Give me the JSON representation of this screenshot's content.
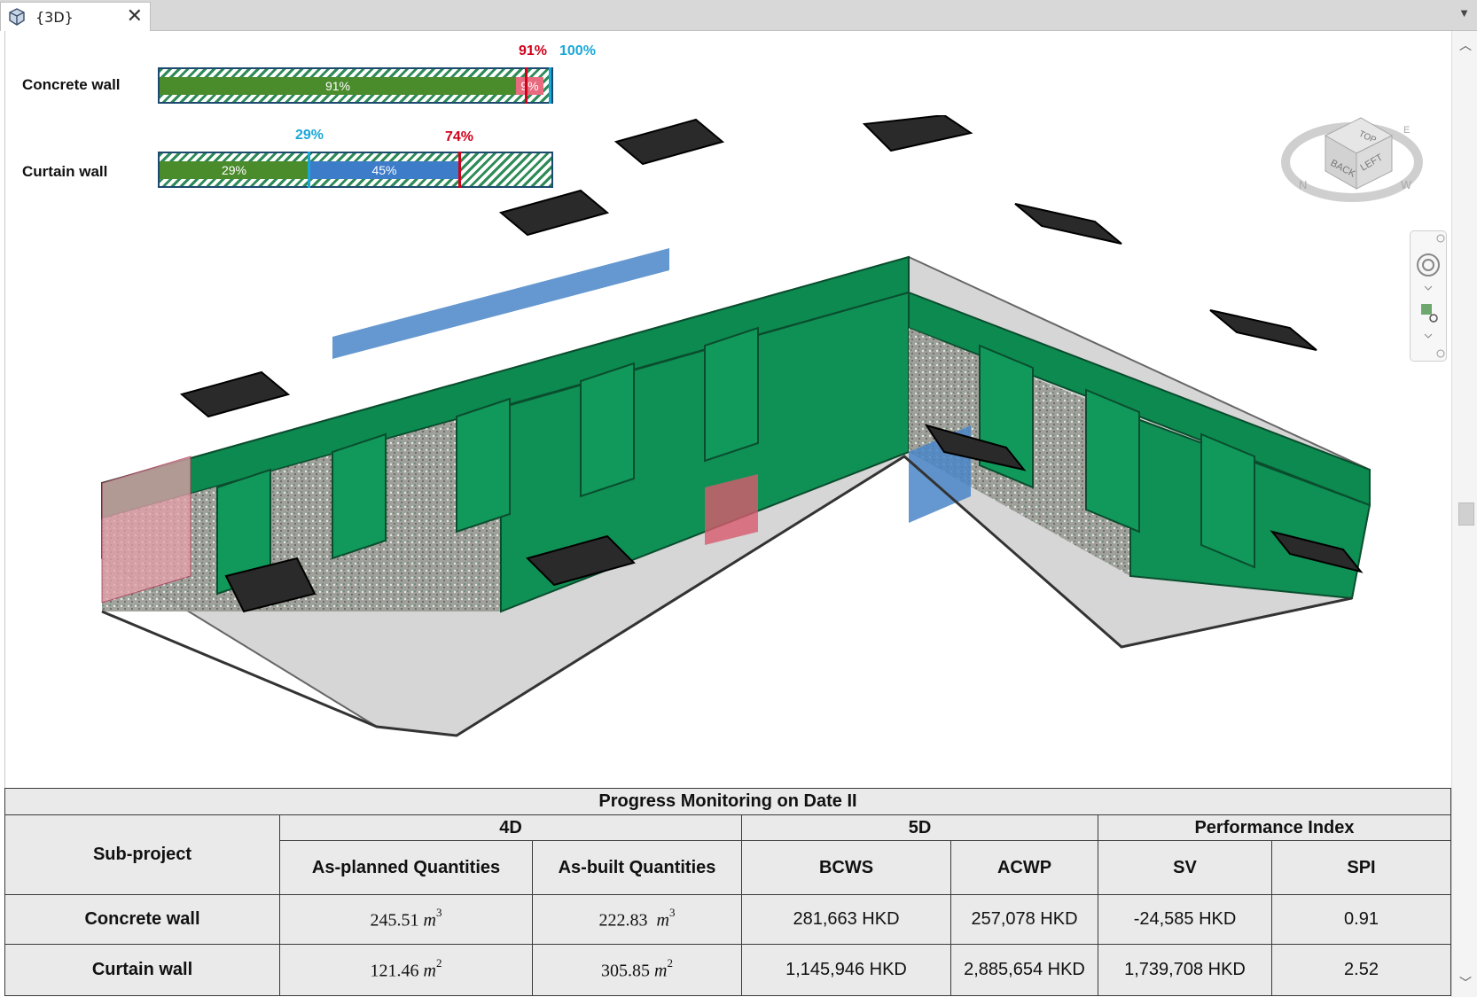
{
  "tab": {
    "title": "{3D}",
    "close_icon": "close-icon",
    "view_icon": "3d-view-icon"
  },
  "progress_bars": [
    {
      "label": "Concrete wall",
      "markers": [
        {
          "text": "91%",
          "color": "#d0021b",
          "value": 91
        },
        {
          "text": "100%",
          "color": "#18a8d8",
          "value": 100
        }
      ],
      "segments": [
        {
          "text": "91%",
          "color": "#4a8b2c",
          "value": 91
        },
        {
          "text": "9%",
          "color": "#e86a7f",
          "value": 9
        }
      ]
    },
    {
      "label": "Curtain wall",
      "markers": [
        {
          "text": "29%",
          "color": "#18a8d8",
          "value": 29
        },
        {
          "text": "74%",
          "color": "#d0021b",
          "value": 74
        }
      ],
      "segments": [
        {
          "text": "29%",
          "color": "#4a8b2c",
          "value": 29
        },
        {
          "text": "45%",
          "color": "#3d7cc9",
          "value": 45
        }
      ]
    }
  ],
  "view_cube": {
    "faces": [
      "TOP",
      "BACK",
      "LEFT"
    ],
    "compass": [
      "N",
      "W",
      "E"
    ]
  },
  "table": {
    "title": "Progress Monitoring on Date II",
    "groups": [
      "4D",
      "5D",
      "Performance Index"
    ],
    "subproject_header": "Sub-project",
    "columns": [
      "As-planned Quantities",
      "As-built Quantities",
      "BCWS",
      "ACWP",
      "SV",
      "SPI"
    ],
    "rows": [
      {
        "name": "Concrete wall",
        "planned_num": "245.51",
        "planned_unit": "m",
        "planned_exp": "3",
        "built_num": "222.83",
        "built_unit": "m",
        "built_exp": "3",
        "bcws": "281,663 HKD",
        "acwp": "257,078 HKD",
        "sv": "-24,585 HKD",
        "spi": "0.91"
      },
      {
        "name": "Curtain wall",
        "planned_num": "121.46",
        "planned_unit": "m",
        "planned_exp": "2",
        "built_num": "305.85",
        "built_unit": "m",
        "built_exp": "2",
        "bcws": "1,145,946 HKD",
        "acwp": "2,885,654 HKD",
        "sv": "1,739,708 HKD",
        "spi": "2.52"
      }
    ]
  }
}
